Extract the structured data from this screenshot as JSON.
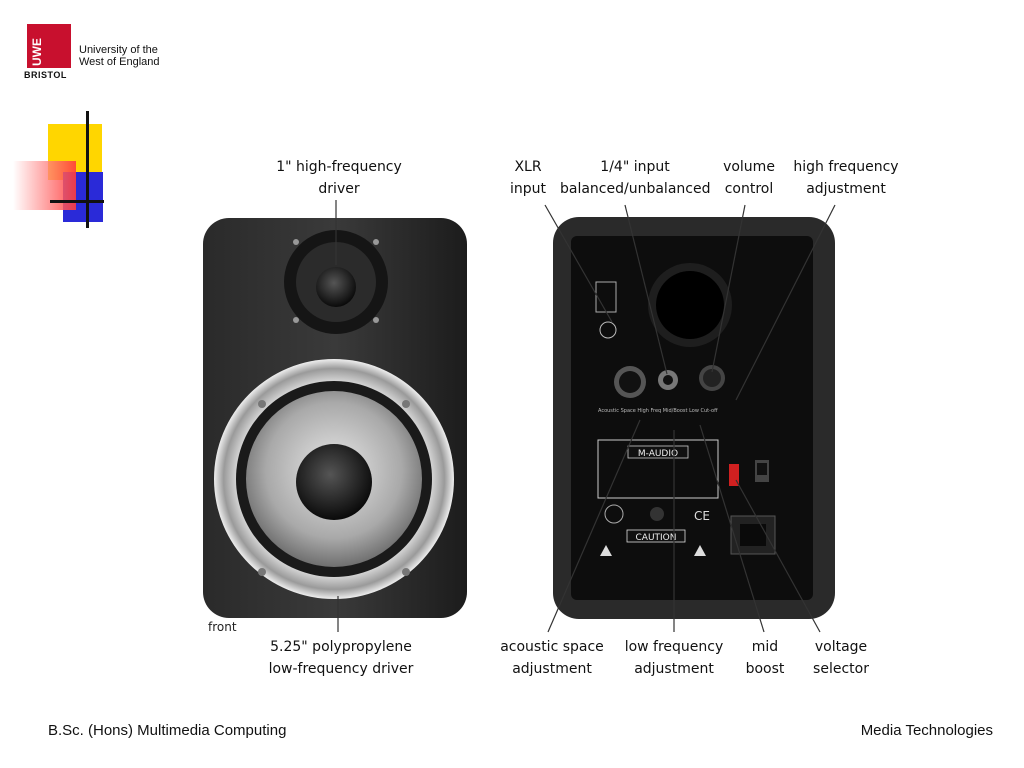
{
  "logo": {
    "mark": "UWE",
    "line1": "University of the",
    "line2": "West of England",
    "city": "BRISTOL"
  },
  "labels": {
    "tweeter": [
      "1\" high-frequency",
      "driver"
    ],
    "woofer": [
      "5.25\" polypropylene",
      "low-frequency driver"
    ],
    "front": "front",
    "xlr": [
      "XLR",
      "input"
    ],
    "quarter": [
      "1/4\" input",
      "balanced/unbalanced"
    ],
    "volume": [
      "volume",
      "control"
    ],
    "hf": [
      "high frequency",
      "adjustment"
    ],
    "acoustic": [
      "acoustic space",
      "adjustment"
    ],
    "lf": [
      "low frequency",
      "adjustment"
    ],
    "mid": [
      "mid",
      "boost"
    ],
    "voltage": [
      "voltage",
      "selector"
    ]
  },
  "rear_panel": {
    "brand": "M-AUDIO",
    "caution": "CAUTION",
    "ce": "CE"
  },
  "footer": {
    "left": "B.Sc. (Hons) Multimedia Computing",
    "right": "Media Technologies"
  }
}
